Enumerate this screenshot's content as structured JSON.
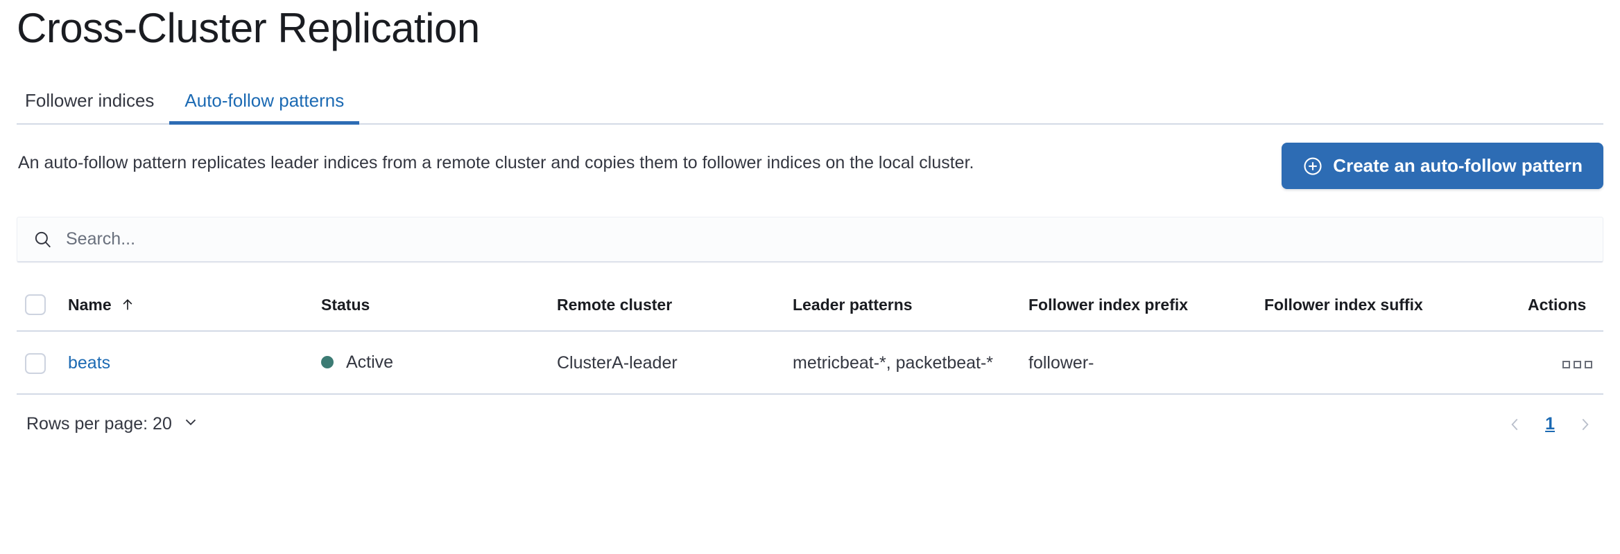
{
  "header": {
    "title": "Cross-Cluster Replication"
  },
  "tabs": [
    {
      "label": "Follower indices",
      "active": false
    },
    {
      "label": "Auto-follow patterns",
      "active": true
    }
  ],
  "intro": {
    "description": "An auto-follow pattern replicates leader indices from a remote cluster and copies them to follower indices on the local cluster.",
    "create_button_label": "Create an auto-follow pattern",
    "create_button_icon": "plus-in-circle-icon",
    "create_button_color": "#2d6cb4"
  },
  "search": {
    "placeholder": "Search...",
    "value": "",
    "icon": "search-icon"
  },
  "table": {
    "columns": [
      "Name",
      "Status",
      "Remote cluster",
      "Leader patterns",
      "Follower index prefix",
      "Follower index suffix",
      "Actions"
    ],
    "sorted_column": "Name",
    "sort_direction": "asc",
    "sort_icon": "arrow-up-icon",
    "select_all_checkbox": "unchecked",
    "rows": [
      {
        "checkbox": "unchecked",
        "name": "beats",
        "status": "Active",
        "status_color": "#3c7b74",
        "remote_cluster": "ClusterA-leader",
        "leader_patterns": "metricbeat-*, packetbeat-*",
        "follower_index_prefix": "follower-",
        "follower_index_suffix": "",
        "actions_icon": "ellipsis-horizontal-icon"
      }
    ]
  },
  "footer": {
    "rows_per_page_label": "Rows per page: 20",
    "rows_per_page_icon": "chevron-down-icon",
    "prev_icon": "chevron-left-icon",
    "next_icon": "chevron-right-icon",
    "current_page": "1"
  }
}
